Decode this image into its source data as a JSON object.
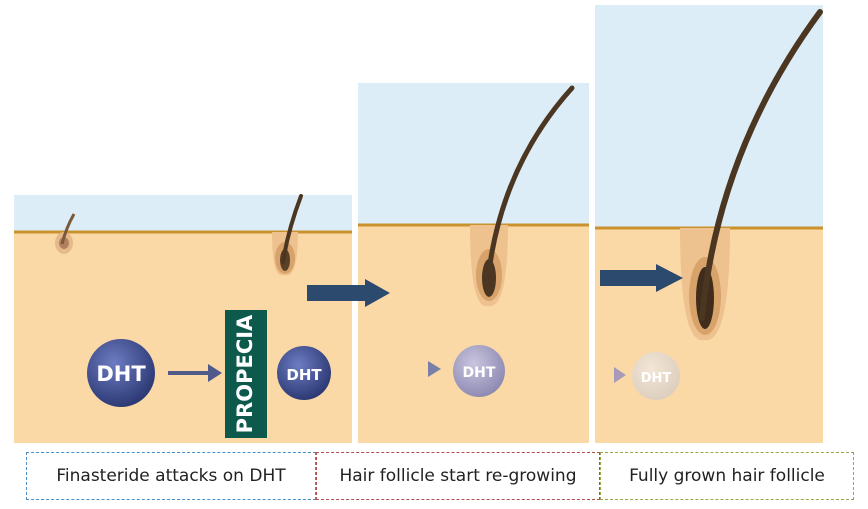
{
  "colors": {
    "sky": "#dcedf7",
    "skin": "#fad9a7",
    "skin_line": "#c9922f",
    "hair": "#4a3621",
    "arrow": "#2b4a6e",
    "propecia_bg": "#0d5a4d",
    "dht": "#3b4c8f"
  },
  "panels": [
    {
      "labels": {
        "dht": "DHT",
        "propecia": "PROPECIA",
        "dht_blocked": "DHT"
      },
      "caption": "Finasteride attacks on DHT",
      "caption_border": "#4a8fc7"
    },
    {
      "labels": {
        "dht_faded": "DHT"
      },
      "caption": "Hair follicle start re-growing",
      "caption_border": "#b0504a"
    },
    {
      "labels": {
        "dht_faded": "DHT"
      },
      "caption": "Fully grown hair follicle",
      "caption_border": "#9aa64a"
    }
  ]
}
